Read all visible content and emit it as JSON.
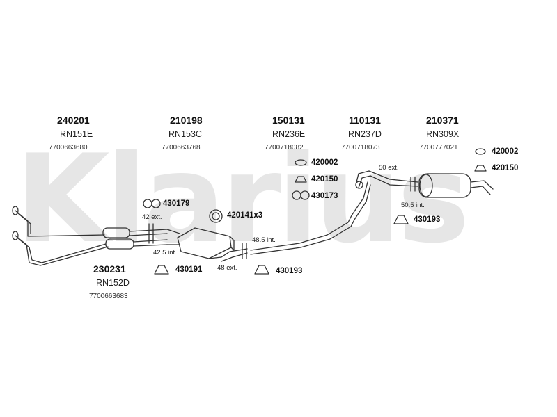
{
  "watermark": "Klarius",
  "parts": [
    {
      "part_no": "240201",
      "code": "RN151E",
      "oe": "7700663680"
    },
    {
      "part_no": "210198",
      "code": "RN153C",
      "oe": "7700663768"
    },
    {
      "part_no": "150131",
      "code": "RN236E",
      "oe": "7700718082"
    },
    {
      "part_no": "110131",
      "code": "RN237D",
      "oe": "7700718073"
    },
    {
      "part_no": "210371",
      "code": "RN309X",
      "oe": "7700777021"
    },
    {
      "part_no": "230231",
      "code": "RN152D",
      "oe": "7700663683"
    }
  ],
  "hardware": [
    {
      "no": "430179",
      "icon": "clamp-icon"
    },
    {
      "no": "420141x3",
      "icon": "gasket-ring-icon"
    },
    {
      "no": "420002",
      "icon": "gasket-icon"
    },
    {
      "no": "420150",
      "icon": "rubber-mount-icon"
    },
    {
      "no": "430173",
      "icon": "clamp-icon"
    },
    {
      "no": "420002",
      "icon": "gasket-icon"
    },
    {
      "no": "420150",
      "icon": "rubber-mount-icon"
    },
    {
      "no": "430193",
      "icon": "mounting-bracket-icon"
    },
    {
      "no": "430191",
      "icon": "mounting-bracket-icon"
    },
    {
      "no": "430193",
      "icon": "mounting-bracket-icon"
    }
  ],
  "dimensions": [
    "42 ext.",
    "42.5 int.",
    "48 ext.",
    "48.5 int.",
    "50 ext.",
    "50.5 int."
  ],
  "colors": {
    "line": "#333333",
    "watermark": "#e6e6e6"
  }
}
